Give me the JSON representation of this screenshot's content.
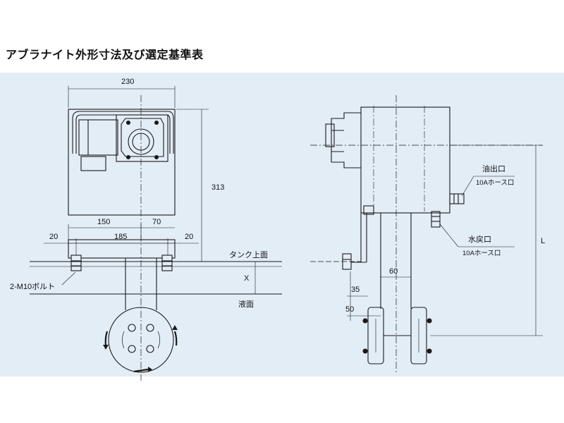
{
  "title": "アブラナイト外形寸法及び選定基準表",
  "front_view": {
    "dim_overall_width": "230",
    "dim_height": "313",
    "dim_150": "150",
    "dim_70": "70",
    "dim_185": "185",
    "dim_left_20": "20",
    "dim_right_20": "20",
    "tank_top_label": "タンク上面",
    "x_label": "X",
    "liquid_surface_label": "液面",
    "bolt_label": "2-M10ボルト"
  },
  "side_view": {
    "oil_outlet_label": "油出口",
    "oil_outlet_hose": "10Aホース口",
    "water_return_label": "水戻口",
    "water_return_hose": "10Aホース口",
    "dim_60": "60",
    "dim_35": "35",
    "dim_50": "50",
    "l_label": "L"
  },
  "colors": {
    "panel_bg": "#e3edf6",
    "line": "#1a1a1a",
    "faint": "#555555"
  }
}
